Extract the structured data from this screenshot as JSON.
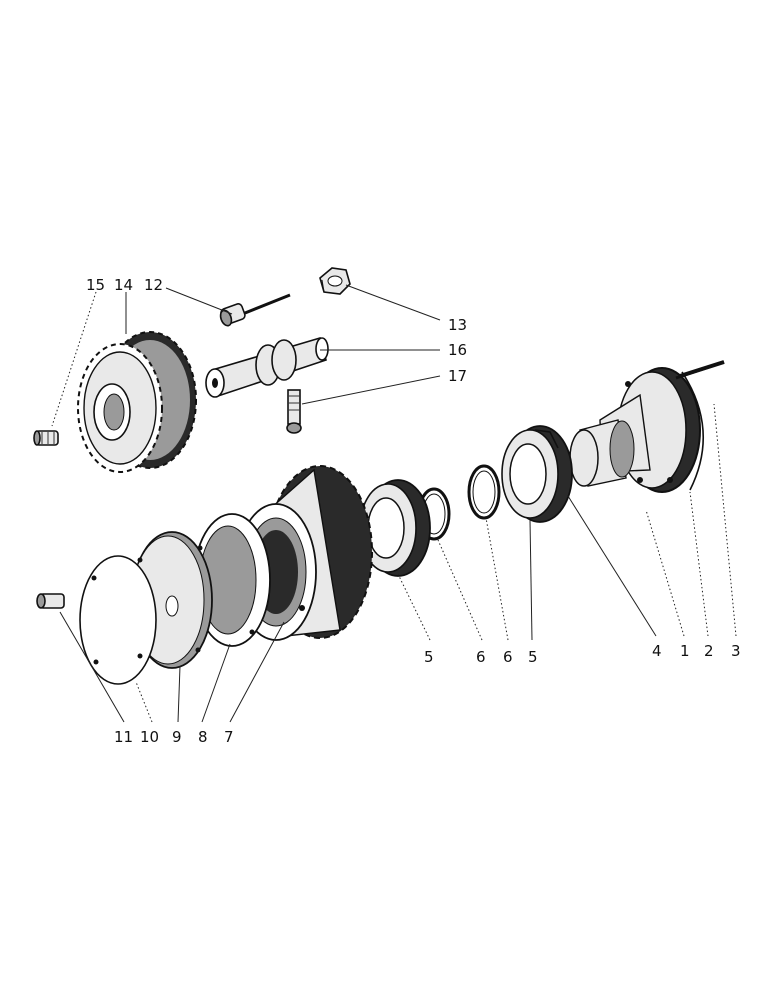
{
  "callouts": {
    "c15": "15",
    "c14": "14",
    "c12": "12",
    "c13": "13",
    "c16": "16",
    "c17": "17",
    "c5a": "5",
    "c6a": "6",
    "c6b": "6",
    "c5b": "5",
    "c4": "4",
    "c1": "1",
    "c2": "2",
    "c3": "3",
    "c11": "11",
    "c10": "10",
    "c9": "9",
    "c8": "8",
    "c7": "7"
  },
  "colors": {
    "ink": "#111111",
    "paper": "#ffffff"
  }
}
